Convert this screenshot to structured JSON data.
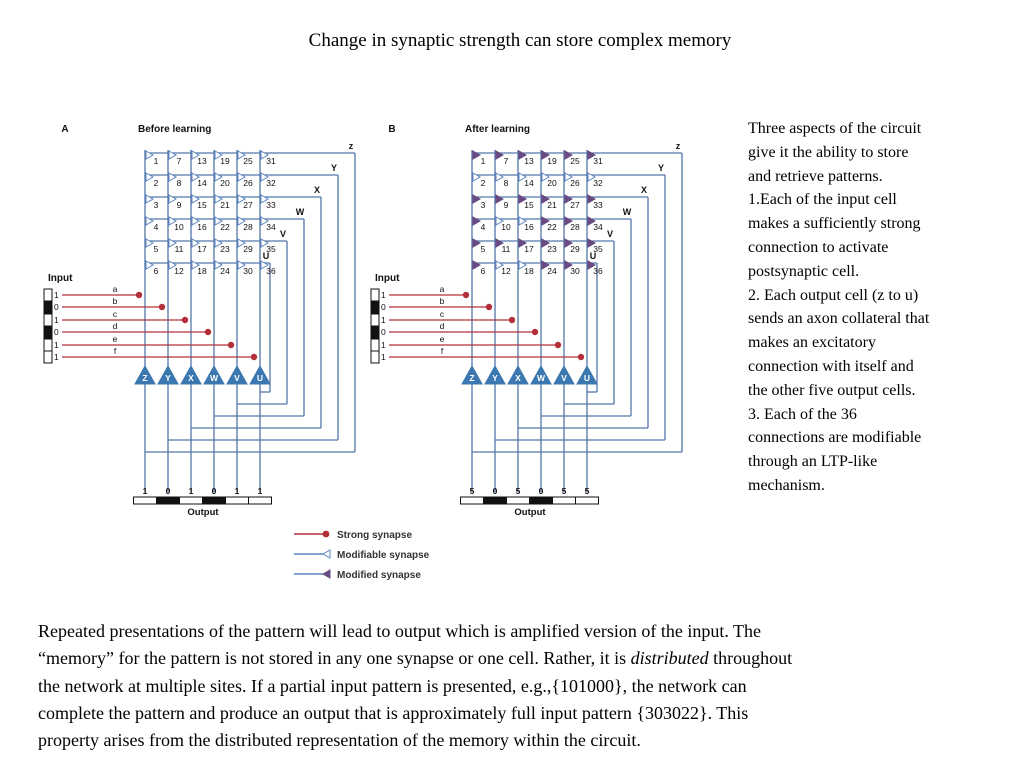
{
  "title": "Change in synaptic strength can store complex memory",
  "panel_a": {
    "letter": "A",
    "heading": "Before learning",
    "input_label": "Input",
    "input_values": [
      "1",
      "0",
      "1",
      "0",
      "1",
      "1"
    ],
    "input_lines": [
      "a",
      "b",
      "c",
      "d",
      "e",
      "f"
    ],
    "output_label": "Output",
    "output_values": [
      "1",
      "0",
      "1",
      "0",
      "1",
      "1"
    ]
  },
  "panel_b": {
    "letter": "B",
    "heading": "After learning",
    "input_label": "Input",
    "input_values": [
      "1",
      "0",
      "1",
      "0",
      "1",
      "1"
    ],
    "input_lines": [
      "a",
      "b",
      "c",
      "d",
      "e",
      "f"
    ],
    "output_label": "Output",
    "output_values": [
      "5",
      "0",
      "5",
      "0",
      "5",
      "5"
    ]
  },
  "output_cells": [
    "Z",
    "Y",
    "X",
    "W",
    "V",
    "U"
  ],
  "collateral_labels": [
    "z",
    "Y",
    "X",
    "W",
    "V",
    "U"
  ],
  "synapse_numbers": [
    [
      "1",
      "7",
      "13",
      "19",
      "25",
      "31"
    ],
    [
      "2",
      "8",
      "14",
      "20",
      "26",
      "32"
    ],
    [
      "3",
      "9",
      "15",
      "21",
      "27",
      "33"
    ],
    [
      "4",
      "10",
      "16",
      "22",
      "28",
      "34"
    ],
    [
      "5",
      "11",
      "17",
      "23",
      "29",
      "35"
    ],
    [
      "6",
      "12",
      "18",
      "24",
      "30",
      "36"
    ]
  ],
  "modified_synapses": [
    "1",
    "3",
    "5",
    "7",
    "9",
    "11",
    "13",
    "15",
    "17",
    "19",
    "21",
    "23",
    "25",
    "27",
    "29",
    "31",
    "33",
    "35",
    "4",
    "6",
    "22",
    "24",
    "28",
    "30",
    "34",
    "36"
  ],
  "legend": [
    {
      "label": "Strong synapse",
      "marker": "dot"
    },
    {
      "label": "Modifiable synapse",
      "marker": "open-triangle"
    },
    {
      "label": "Modified synapse",
      "marker": "filled-triangle"
    }
  ],
  "right_text": {
    "lines": [
      "Three aspects of the circuit",
      "give it the ability to store",
      "and retrieve patterns.",
      "1.Each of the input cell",
      "makes a sufficiently strong",
      "connection to activate",
      "postsynaptic cell.",
      "2. Each output cell (z to u)",
      "sends an axon collateral that",
      "makes an excitatory",
      "connection with itself and",
      "the other five output cells.",
      "3. Each of the 36",
      "connections are modifiable",
      "through an LTP-like",
      "mechanism."
    ]
  },
  "bottom_text": {
    "line1": "Repeated presentations of the pattern will lead to output which is amplified version of the input. The",
    "line2_pre": "“memory” for the pattern is not stored in any one synapse or one cell. Rather, it is ",
    "line2_em": "distributed",
    "line2_post": " throughout",
    "line3": "the network at multiple sites. If a partial input pattern is presented, e.g.,{101000}, the network can",
    "line4": "complete the pattern and produce an output that is approximately full input pattern {303022}. This",
    "line5": "property arises from the distributed representation of the memory within the circuit."
  },
  "colors": {
    "wire": "#5577aa",
    "strong": "#b3303a",
    "modifiable": "#5b86c0",
    "modified": "#6a4a82",
    "cell": "#3c78b0"
  }
}
